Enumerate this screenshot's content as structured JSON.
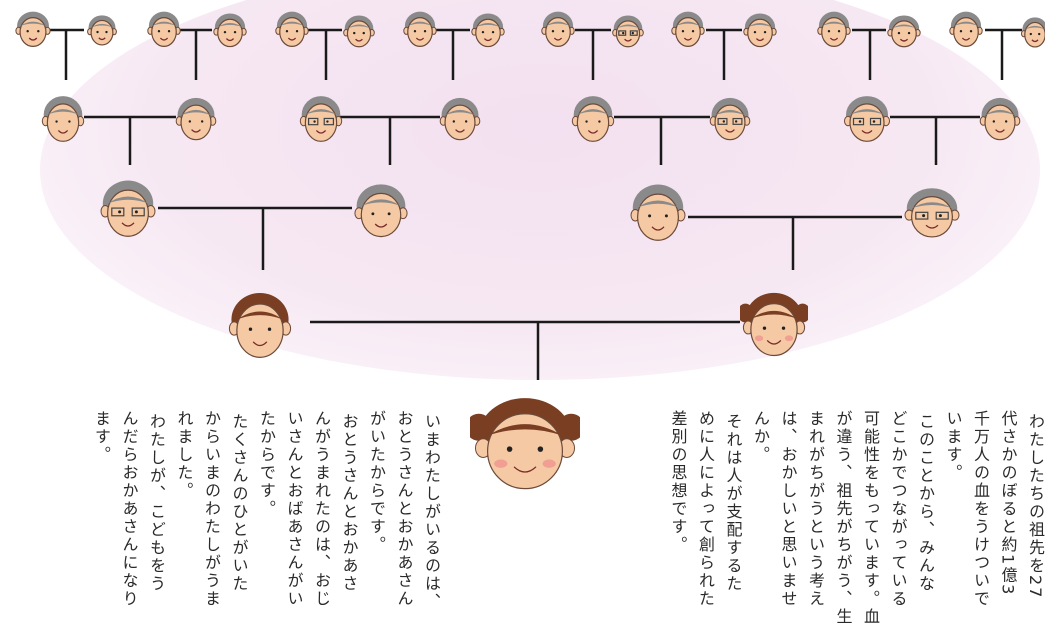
{
  "texts": {
    "right": [
      "　わたしたちの祖先を27",
      "代さかのぼると約1億3",
      "千万人の血をうけついで",
      "います。",
      "　このことから、みんな",
      "どこかでつながっている",
      "可能性をもっています。血",
      "が違う、祖先がちがう、生",
      "まれがちがうという考え",
      "は、おかしいと思いませ",
      "んか。",
      "　それは人が支配するた",
      "めに人によって創られた",
      "差別の思想です。"
    ],
    "left": [
      "　いまわたしがいるのは、",
      "おとうさんとおかあさん",
      "がいたからです。",
      "　おとうさんとおかあさ",
      "んがうまれたのは、おじ",
      "いさんとおばあさんがい",
      "たからです。",
      "　たくさんのひとがいた",
      "からいまのわたしがうま",
      "れました。",
      "　わたしが、こどもをう",
      "んだらおかあさんになり",
      "ます。"
    ]
  },
  "colors": {
    "background": "#f3e0f0",
    "line": "#1a1a1a",
    "skin": "#f4c9a4",
    "hair_grey": "#8a8a8a",
    "hair_brown": "#7a3e22",
    "text": "#2a2a2a"
  },
  "faces": {
    "icon": "family-member-face-icon"
  }
}
